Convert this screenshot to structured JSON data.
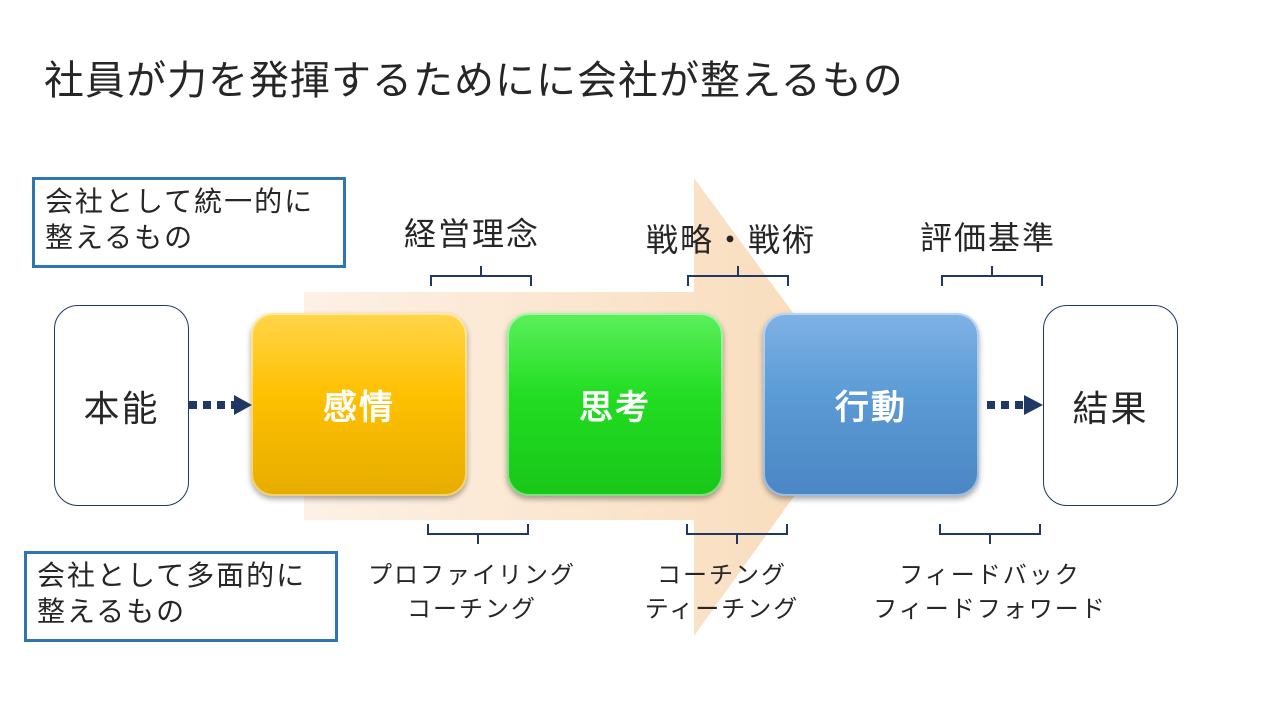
{
  "title": "社員が力を発揮するためにに会社が整えるもの",
  "uniform_box": {
    "line1": "会社として統一的に",
    "line2": "整えるもの"
  },
  "multifaceted_box": {
    "line1": "会社として多面的に",
    "line2": "整えるもの"
  },
  "flow": {
    "start": "本能",
    "stages": [
      "感情",
      "思考",
      "行動"
    ],
    "end": "結果"
  },
  "top_labels": [
    "経営理念",
    "戦略・戦術",
    "評価基準"
  ],
  "bottom_labels": [
    [
      "プロファイリング",
      "コーチング"
    ],
    [
      "コーチング",
      "ティーチング"
    ],
    [
      "フィードバック",
      "フィードフォワード"
    ]
  ],
  "colors": {
    "emotion": "#ffc000",
    "thought": "#22dd22",
    "action": "#5b9bd5",
    "box_border": "#2e75b6",
    "arrow_dots": "#1f3864",
    "background_arrow": "#fbe5d6"
  }
}
